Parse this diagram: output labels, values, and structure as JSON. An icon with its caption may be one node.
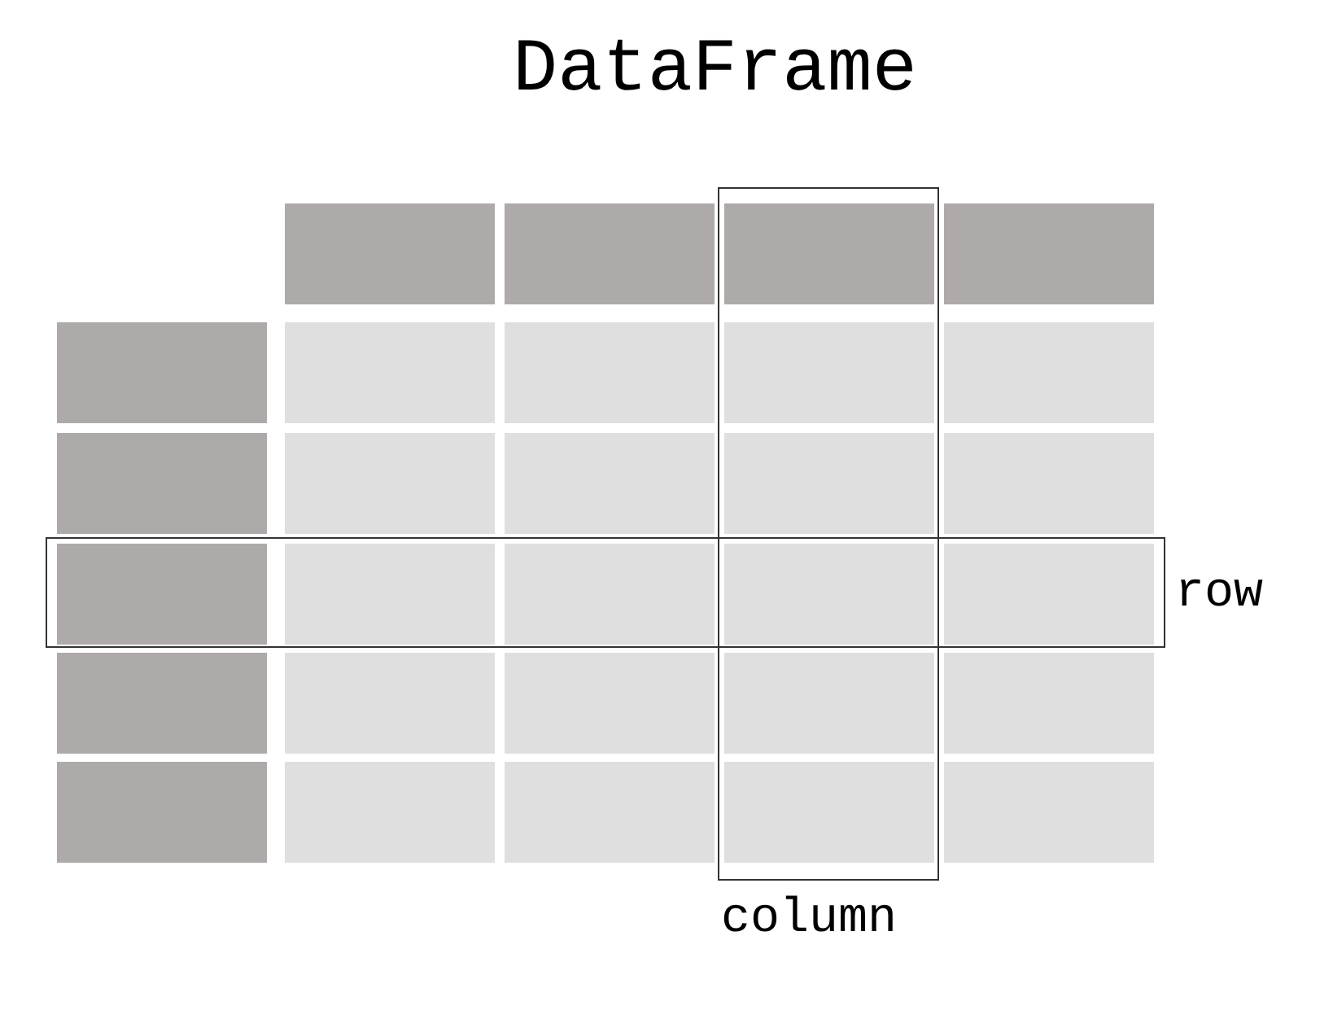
{
  "diagram": {
    "title": "DataFrame",
    "labels": [
      "row",
      "column"
    ]
  }
}
